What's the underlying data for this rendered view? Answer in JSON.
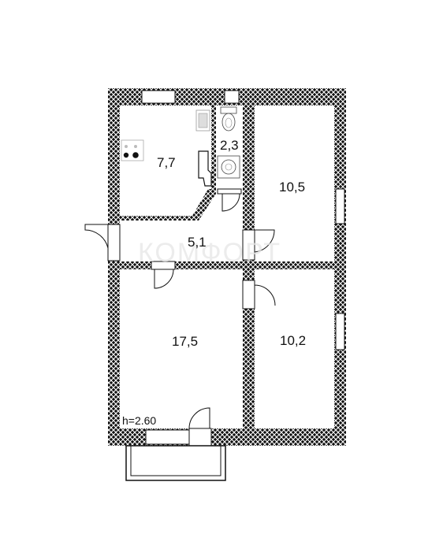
{
  "plan": {
    "ceiling_height": "h=2.60",
    "watermark": "КОМФОРТ"
  },
  "rooms": [
    {
      "id": "kitchen",
      "area": "7,7"
    },
    {
      "id": "bathroom",
      "area": "2,3"
    },
    {
      "id": "bedroom-top-right",
      "area": "10,5"
    },
    {
      "id": "hallway",
      "area": "5,1"
    },
    {
      "id": "living-room",
      "area": "17,5"
    },
    {
      "id": "bedroom-bottom-right",
      "area": "10,2"
    }
  ],
  "colors": {
    "wall": "#111111",
    "hatch": "#ffffff",
    "background": "#ffffff"
  }
}
